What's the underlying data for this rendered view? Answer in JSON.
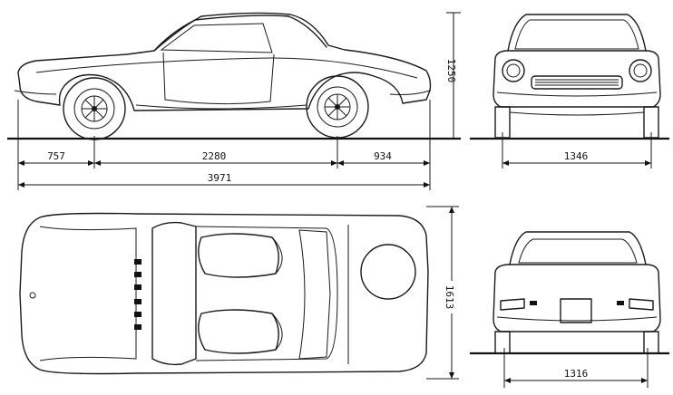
{
  "dimensions": {
    "front_overhang": "757",
    "wheelbase": "2280",
    "rear_overhang": "934",
    "overall_length": "3971",
    "height": "1250",
    "front_track": "1346",
    "width": "1613",
    "rear_track": "1316"
  },
  "colors": {
    "ink": "#111111",
    "paper": "#ffffff"
  }
}
